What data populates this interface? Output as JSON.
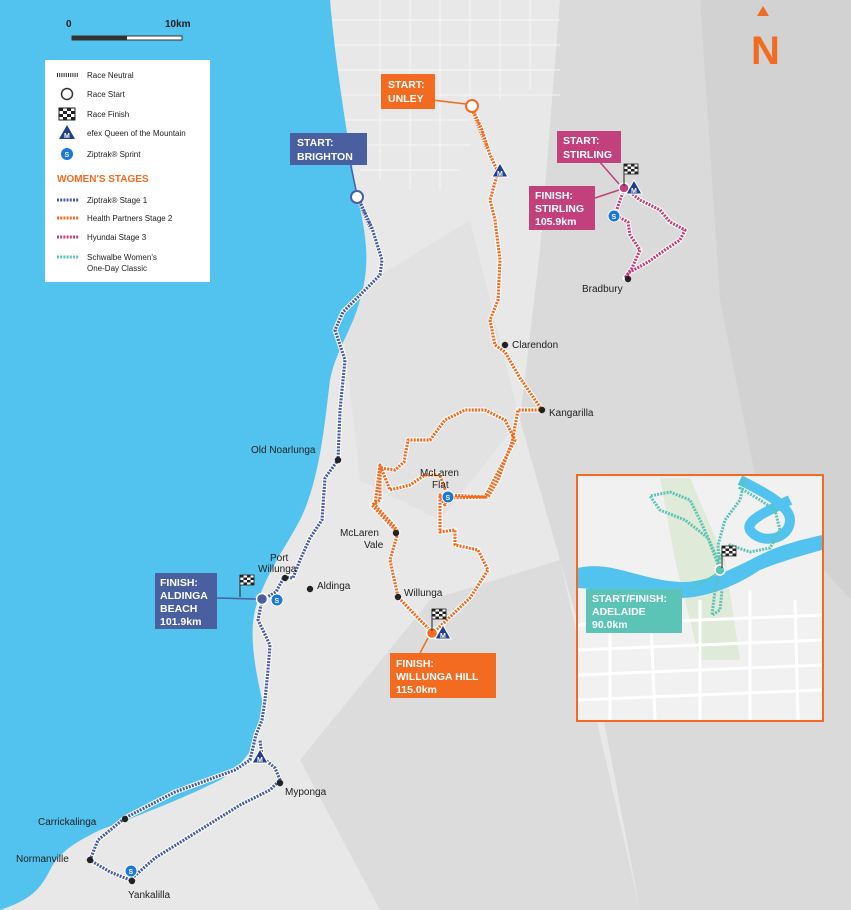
{
  "scale": {
    "start": "0",
    "end": "10km"
  },
  "north": "N",
  "legend": {
    "items": [
      "Race Neutral",
      "Race Start",
      "Race Finish",
      "efex Queen of the Mountain",
      "Ziptrak® Sprint"
    ],
    "heading": "WOMEN'S STAGES",
    "stages": [
      "Ziptrak® Stage 1",
      "Health Partners Stage 2",
      "Hyundai Stage 3"
    ],
    "stage4": [
      "Schwalbe Women's",
      "One-Day Classic"
    ]
  },
  "tags": {
    "start_unley": [
      "START:",
      "UNLEY"
    ],
    "start_brighton": [
      "START:",
      "BRIGHTON"
    ],
    "start_stirling": [
      "START:",
      "STIRLING"
    ],
    "finish_stirling": [
      "FINISH:",
      "STIRLING",
      "105.9km"
    ],
    "finish_aldinga": [
      "FINISH:",
      "ALDINGA",
      "BEACH",
      "101.9km"
    ],
    "finish_willunga": [
      "FINISH:",
      "WILLUNGA HILL",
      "115.0km"
    ],
    "adelaide": [
      "START/FINISH:",
      "ADELAIDE",
      "90.0km"
    ]
  },
  "places": {
    "clarendon": "Clarendon",
    "kangarilla": "Kangarilla",
    "old_noarlunga": "Old Noarlunga",
    "mclaren_flat": [
      "McLaren",
      "Flat"
    ],
    "mclaren_vale": [
      "McLaren",
      "Vale"
    ],
    "port_willunga": [
      "Port",
      "Willunga"
    ],
    "aldinga": "Aldinga",
    "willunga": "Willunga",
    "myponga": "Myponga",
    "carrickalinga": "Carrickalinga",
    "normanville": "Normanville",
    "yankalilla": "Yankalilla",
    "bradbury": "Bradbury"
  },
  "marks": {
    "qom": "M",
    "sprint": "S"
  },
  "colors": {
    "sea": "#52c2ee",
    "stage1": "#4a5fa0",
    "stage2": "#f26b21",
    "stage3": "#c2417d",
    "stage4": "#5cc4b7",
    "accent": "#f26b21"
  }
}
